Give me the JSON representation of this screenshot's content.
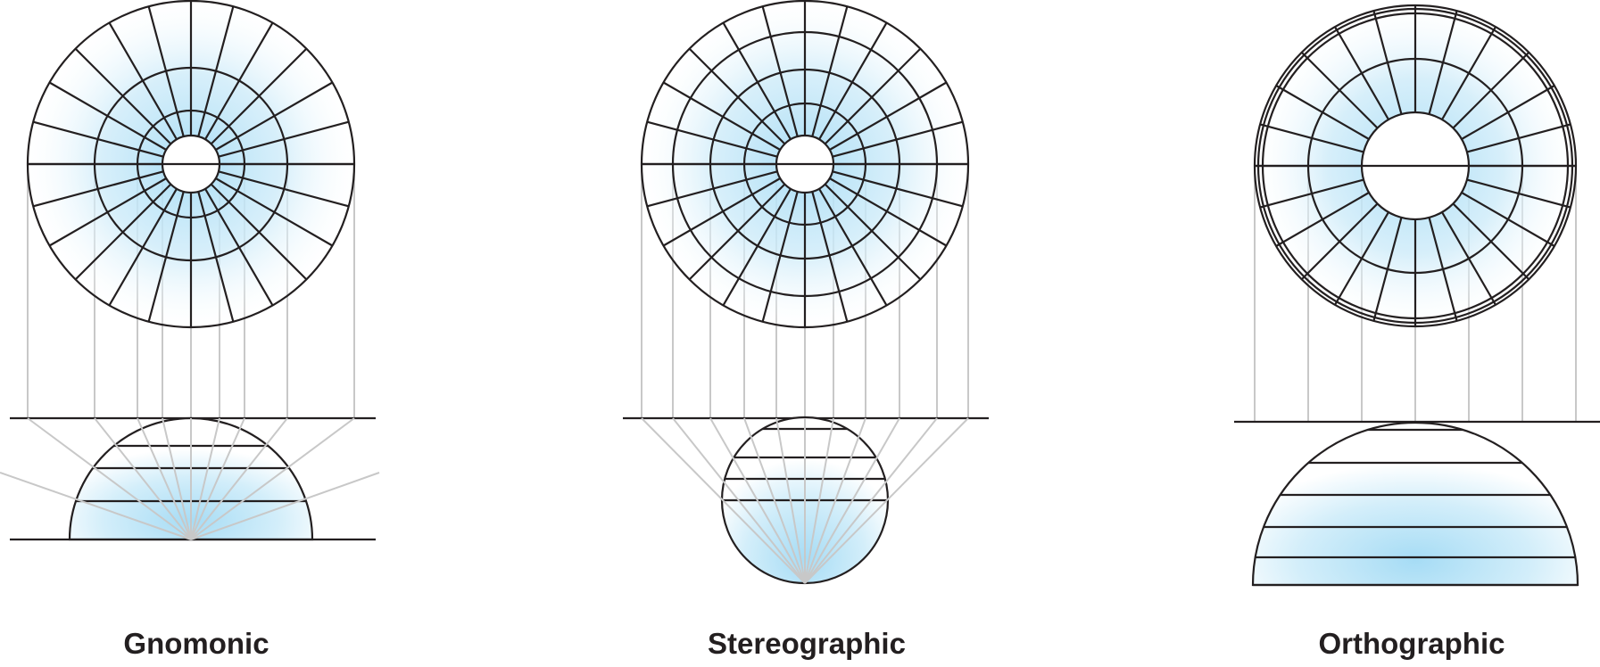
{
  "projections": [
    {
      "id": "gnomonic",
      "label": "Gnomonic",
      "hemisphere_color": "#a6dcf5"
    },
    {
      "id": "stereographic",
      "label": "Stereographic",
      "hemisphere_color": "#a6dcf5"
    },
    {
      "id": "orthographic",
      "label": "Orthographic",
      "hemisphere_color": "#a6dcf5"
    }
  ],
  "colors": {
    "outline": "#231f20",
    "projection_rays": "#c8c8c8",
    "fill": "#a6dcf5"
  }
}
